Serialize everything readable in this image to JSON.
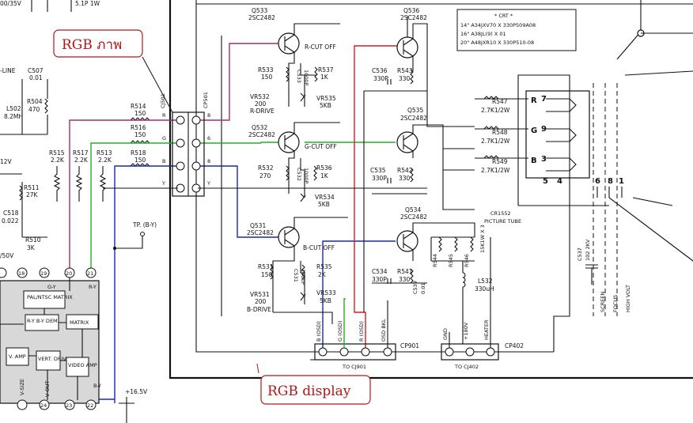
{
  "callouts": {
    "rgb_picture": "RGB ภาพ",
    "rgb_display": "RGB display"
  },
  "crt_table": {
    "title": "* CRT *",
    "rows": [
      "14\"  A34JXV70 X 330P509A08",
      "16\"  A38JL(9) X 01",
      "20\"  A48JXR10 X 330P510-08"
    ]
  },
  "transistors": [
    {
      "ref": "Q533",
      "part": "2SC2482"
    },
    {
      "ref": "Q536",
      "part": "2SC2482"
    },
    {
      "ref": "Q532",
      "part": "2SC2482"
    },
    {
      "ref": "Q535",
      "part": "2SC2482"
    },
    {
      "ref": "Q531",
      "part": "2SC2482"
    },
    {
      "ref": "Q534",
      "part": "2SC2482"
    }
  ],
  "stage_labels": [
    "R-CUT OFF",
    "G-CUT OFF",
    "B-CUT OFF",
    "R-DRIVE",
    "B-DRIVE"
  ],
  "connectors": {
    "cj501": "CJ501",
    "cp501": "CP501",
    "cp901": "CP901",
    "cp402": "CP402",
    "to_cj901": "TO CJ901",
    "to_cj402": "TO CJ402",
    "pins_left": [
      "R",
      "G",
      "B",
      "Y"
    ],
    "pins_right": [
      "8",
      "6",
      "8",
      "Y"
    ],
    "cp901_pins": [
      "B (OSD)",
      "G (OSD)",
      "R (OSD)",
      "OSD BKL"
    ],
    "cp402_pins": [
      "GND",
      "+180V",
      "HEATER"
    ]
  },
  "resistors": [
    {
      "ref": "R514",
      "value": "150"
    },
    {
      "ref": "R516",
      "value": "150"
    },
    {
      "ref": "R518",
      "value": "150"
    },
    {
      "ref": "R515",
      "value": "2.2K"
    },
    {
      "ref": "R517",
      "value": "2.2K"
    },
    {
      "ref": "R513",
      "value": "2.2K"
    },
    {
      "ref": "R533",
      "value": "150"
    },
    {
      "ref": "R537",
      "value": "1K"
    },
    {
      "ref": "R532",
      "value": "270"
    },
    {
      "ref": "R536",
      "value": "1K"
    },
    {
      "ref": "R531",
      "value": "150"
    },
    {
      "ref": "R535",
      "value": "2K"
    },
    {
      "ref": "R543",
      "value": "330"
    },
    {
      "ref": "R542",
      "value": "330"
    },
    {
      "ref": "R541",
      "value": "330"
    },
    {
      "ref": "R547",
      "value": "2.7K1/2W"
    },
    {
      "ref": "R548",
      "value": "2.7K1/2W"
    },
    {
      "ref": "R549",
      "value": "2.7K1/2W"
    },
    {
      "ref": "R504",
      "value": "470"
    },
    {
      "ref": "R511",
      "value": "27K"
    },
    {
      "ref": "R510",
      "value": "3K"
    }
  ],
  "capacitors": [
    {
      "ref": "C536",
      "value": "330P"
    },
    {
      "ref": "C535",
      "value": "330P"
    },
    {
      "ref": "C534",
      "value": "330P"
    },
    {
      "ref": "C533",
      "value": "1000P"
    },
    {
      "ref": "C532",
      "value": "1000P"
    },
    {
      "ref": "C531",
      "value": "1000P"
    },
    {
      "ref": "C537",
      "value": "102 2KV"
    },
    {
      "ref": "C539",
      "value": "0.01"
    },
    {
      "ref": "C507",
      "value": "0.01"
    },
    {
      "ref": "C518",
      "value": "0.022"
    }
  ],
  "pots": [
    {
      "ref": "VR532",
      "value": "200"
    },
    {
      "ref": "VR535",
      "value": "5KB"
    },
    {
      "ref": "VR534",
      "value": "5KB"
    },
    {
      "ref": "VR531",
      "value": "200"
    },
    {
      "ref": "VR533",
      "value": "5KB"
    }
  ],
  "misc": {
    "l502": "L502",
    "l502_val": "8.2MH",
    "line": "-LINE",
    "top_left": "00/35V",
    "top_left2": "5.1P 1W",
    "tp": "TP. (B-Y)",
    "plus16": "+16.5V",
    "v12": "12V",
    "v50": "/50V",
    "cr_label": "CR1552",
    "picture_tube": "PICTURE TUBE",
    "l532": "L532",
    "l532_val": "330uH",
    "r544": "R544",
    "r545": "R545",
    "r546": "R546",
    "r54x_val": "15K1W X 3",
    "screen": "SCREEN",
    "focus": "FOCUS",
    "high_volt": "HIGH VOLT",
    "crt_pins_rgb": [
      "R",
      "G",
      "B"
    ],
    "crt_pins_num": [
      "7",
      "9",
      "3"
    ],
    "crt_pins_bottom": [
      "5",
      "4",
      "6",
      "8",
      "1"
    ]
  },
  "ic": {
    "pins": [
      "18",
      "19",
      "20",
      "21",
      "22",
      "23",
      "24"
    ],
    "blocks": [
      "PAL/NTSC MATRIX",
      "R-Y B-Y DEM",
      "MATRIX",
      "V. AMP",
      "VERT. DRIVE",
      "VIDEO AMP"
    ],
    "pin_labels": [
      "G-Y",
      "R-Y",
      "B-Y",
      "V-SIZE",
      "V-OUT"
    ]
  }
}
